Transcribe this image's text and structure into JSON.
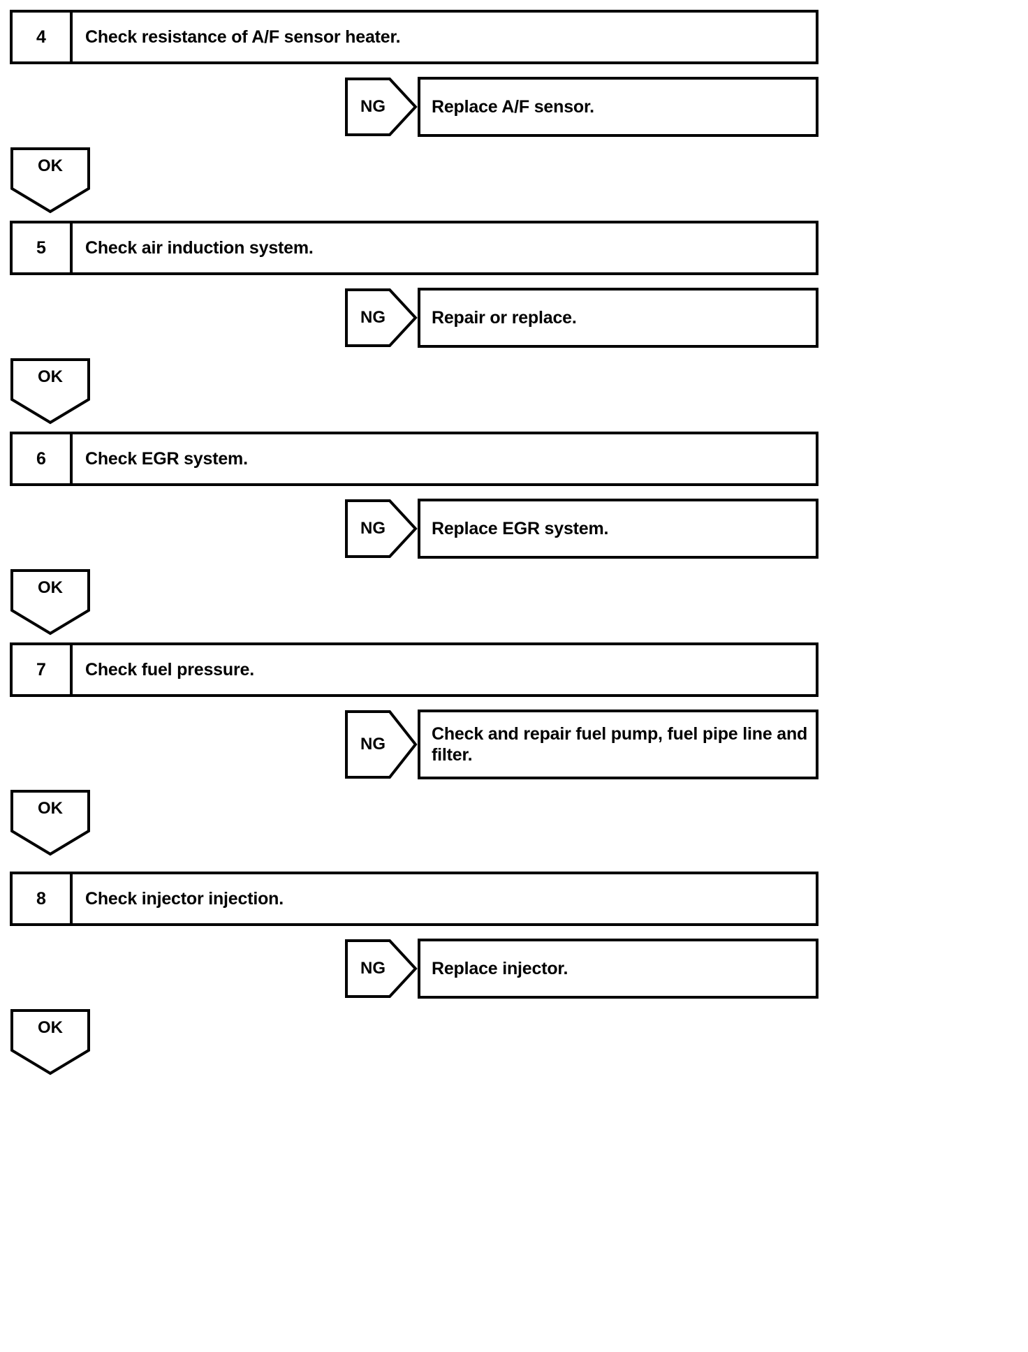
{
  "diagram": {
    "type": "troubleshooting-flowchart",
    "line_color": "#000000",
    "background_color": "#ffffff",
    "ok_label": "OK",
    "ng_label": "NG",
    "steps": [
      {
        "number": "4",
        "description": "Check resistance of A/F sensor heater.",
        "ng_label": "NG",
        "ng_result": "Replace A/F sensor.",
        "ok_label": "OK"
      },
      {
        "number": "5",
        "description": "Check air induction system.",
        "ng_label": "NG",
        "ng_result": "Repair or replace.",
        "ok_label": "OK"
      },
      {
        "number": "6",
        "description": "Check EGR system.",
        "ng_label": "NG",
        "ng_result": "Replace EGR system.",
        "ok_label": "OK"
      },
      {
        "number": "7",
        "description": "Check fuel pressure.",
        "ng_label": "NG",
        "ng_result": "Check and repair fuel pump, fuel pipe line and filter.",
        "ok_label": "OK"
      },
      {
        "number": "8",
        "description": "Check injector injection.",
        "ng_label": "NG",
        "ng_result": "Replace injector.",
        "ok_label": "OK"
      }
    ]
  }
}
